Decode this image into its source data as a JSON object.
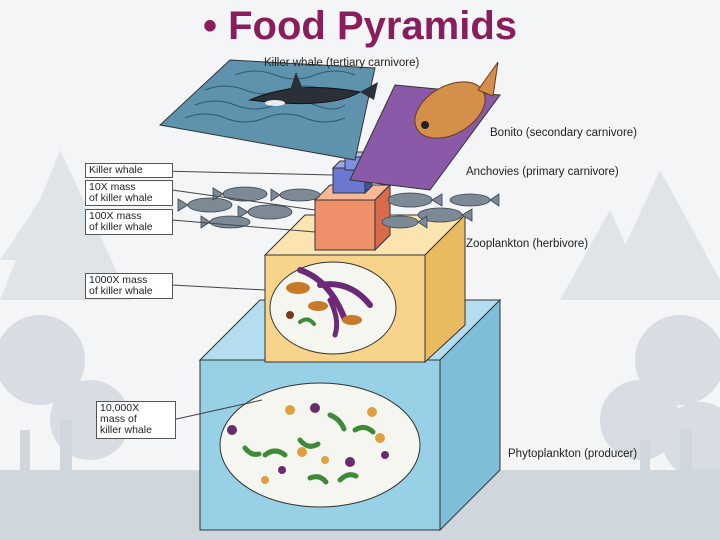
{
  "slide": {
    "bullet": "•",
    "title": "Food Pyramids"
  },
  "diagram": {
    "levels": [
      {
        "organism": "Killer whale",
        "role_label": "Killer whale (tertiary carnivore)",
        "mass_label": "Killer whale"
      },
      {
        "organism": "Bonito",
        "role_label": "Bonito (secondary carnivore)",
        "mass_label": "10X mass\nof killer whale"
      },
      {
        "organism": "Anchovies",
        "role_label": "Anchovies (primary carnivore)",
        "mass_label": "100X mass\nof killer whale"
      },
      {
        "organism": "Zooplankton",
        "role_label": "Zooplankton (herbivore)",
        "mass_label": "1000X mass\nof killer whale"
      },
      {
        "organism": "Phytoplankton",
        "role_label": "Phytoplankton (producer)",
        "mass_label": "10,000X\nmass of\nkiller whale"
      }
    ],
    "colors": {
      "whale_panel": "#5f93ad",
      "bonito_panel": "#8a5aa8",
      "anchovy_cube": "#f0906a",
      "zooplankton_cube": "#f8d48a",
      "phytoplankton_cube": "#98d0e6",
      "title": "#8a1e5c"
    }
  }
}
